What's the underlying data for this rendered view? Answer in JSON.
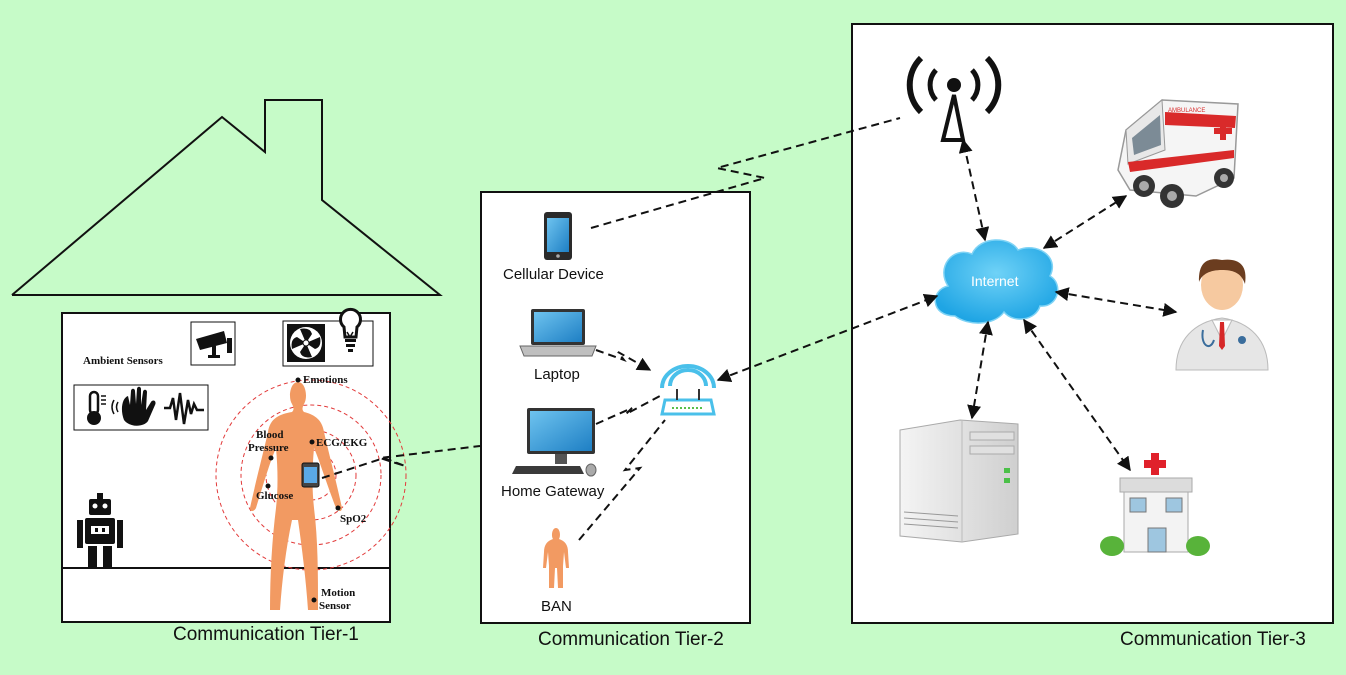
{
  "tier1": {
    "label": "Communication Tier-1",
    "ambient_label": "Ambient Sensors",
    "body_sensors": {
      "emotions": "Emotions",
      "blood": "Blood",
      "pressure": "Pressure",
      "ecg": "ECG/EKG",
      "glucose": "Glucose",
      "spo2": "SpO2",
      "motion": "Motion",
      "sensor": "Sensor"
    },
    "icons": [
      "security-camera-icon",
      "fan-icon",
      "light-bulb-icon",
      "thermometer-icon",
      "hand-wave-icon",
      "signal-wave-icon",
      "robot-icon",
      "human-body-icon",
      "smartphone-icon"
    ]
  },
  "tier2": {
    "label": "Communication Tier-2",
    "devices": {
      "cellular": "Cellular Device",
      "laptop": "Laptop",
      "gateway": "Home Gateway",
      "ban": "BAN"
    },
    "icons": [
      "router-icon"
    ]
  },
  "tier3": {
    "label": "Communication Tier-3",
    "internet": "Internet",
    "icons": [
      "antenna-icon",
      "ambulance-icon",
      "doctor-icon",
      "server-icon",
      "hospital-icon",
      "cloud-icon"
    ]
  },
  "colors": {
    "background": "#c6fbc8",
    "body": "#f29a62",
    "router": "#4ac0ea",
    "cloud": "#3bb6ef",
    "hospital_cross": "#e0212b"
  }
}
